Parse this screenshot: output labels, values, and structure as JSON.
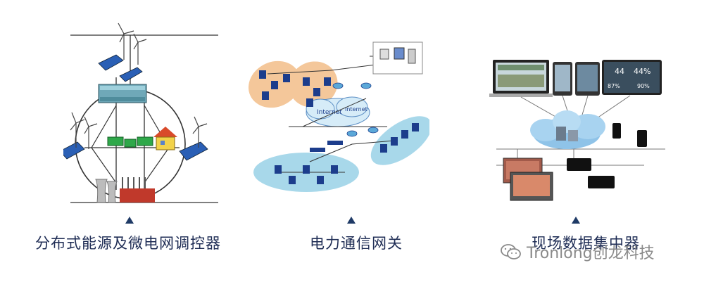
{
  "captions": {
    "left": "分布式能源及微电网调控器",
    "middle": "电力通信网关",
    "right": "现场数据集中器"
  },
  "watermark": {
    "text": "Tronlong创龙科技",
    "icon": "wechat-icon"
  },
  "illustrations": {
    "left": {
      "icons": [
        "wind-turbine-icon",
        "solar-panel-icon",
        "battery-icon",
        "house-icon",
        "power-plant-icon"
      ]
    },
    "middle": {
      "labels": {
        "internet_a": "Internet",
        "internet_b": "Internet"
      }
    },
    "right": {
      "gauge_values": [
        "44",
        "44%",
        "87%",
        "90%"
      ]
    }
  },
  "colors": {
    "caption": "#1f2d55",
    "arrow": "#1f3a66",
    "orange_zone": "#f4c79a",
    "blue_zone": "#a8d8ea",
    "device": "#1c3d8c",
    "cloud": "#8fc3e8"
  }
}
